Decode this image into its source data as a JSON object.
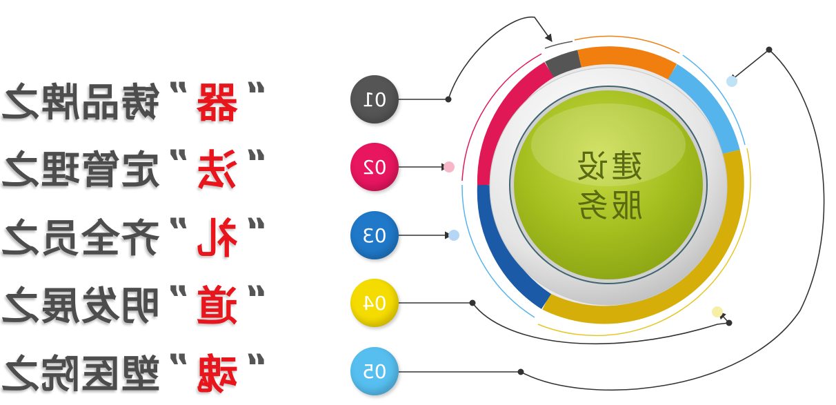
{
  "center": {
    "line1": "建设",
    "line2": "服务"
  },
  "items": [
    {
      "number": "01",
      "prefix": "铸品牌之",
      "keyword": "器",
      "color": "#555555"
    },
    {
      "number": "02",
      "prefix": "定管理之",
      "keyword": "法",
      "color": "#e8155f"
    },
    {
      "number": "03",
      "prefix": "齐全员之",
      "keyword": "礼",
      "color": "#1f78c8"
    },
    {
      "number": "04",
      "prefix": "明发展之",
      "keyword": "道",
      "color": "#f5dc00"
    },
    {
      "number": "05",
      "prefix": "塑医院之",
      "keyword": "魂",
      "color": "#56bff0"
    }
  ],
  "quote_open": "“",
  "quote_close": "”",
  "ring_colors": {
    "dark": "#555555",
    "orange": "#f07f10",
    "sky": "#56b4ec",
    "yellow": "#d6ae0a",
    "navy": "#1a5aa6",
    "magenta": "#e01855",
    "core": "#a3bd1e"
  }
}
